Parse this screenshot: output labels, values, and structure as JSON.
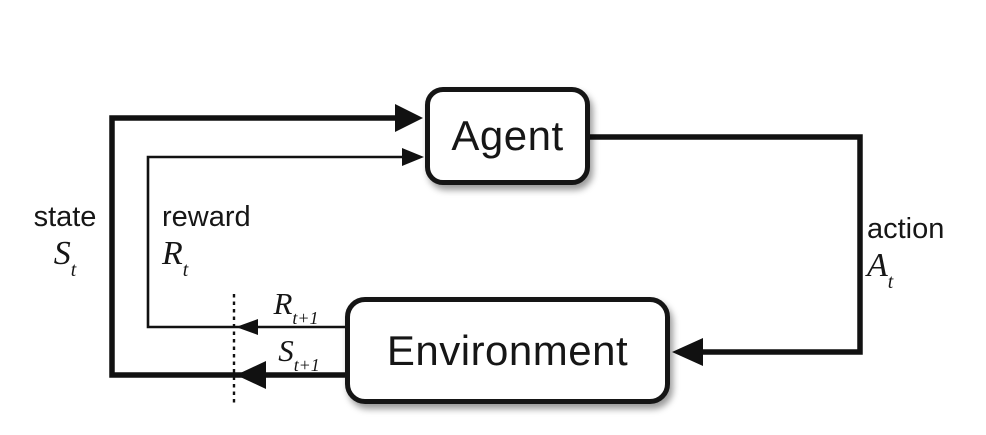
{
  "diagram": {
    "boxes": {
      "agent": {
        "label": "Agent"
      },
      "environment": {
        "label": "Environment"
      }
    },
    "labels": {
      "state": {
        "word": "state",
        "var": "S",
        "sub": "t"
      },
      "reward": {
        "word": "reward",
        "var": "R",
        "sub": "t"
      },
      "action": {
        "word": "action",
        "var": "A",
        "sub": "t"
      },
      "next_reward": {
        "var": "R",
        "sub": "t+1"
      },
      "next_state": {
        "var": "S",
        "sub": "t+1"
      }
    },
    "colors": {
      "line": "#111111",
      "box_border": "#151515",
      "box_fill": "#ffffff",
      "text": "#161616",
      "background": "#ffffff"
    }
  }
}
